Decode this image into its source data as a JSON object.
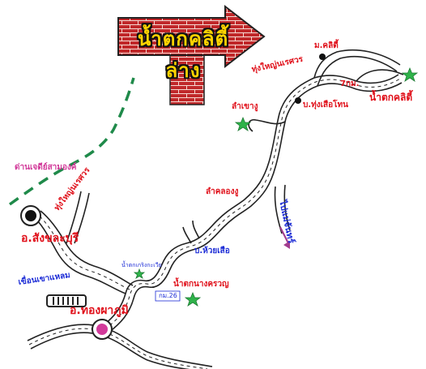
{
  "title_sign": {
    "text": "น้ำตกคลิตี้ล่าง"
  },
  "labels": {
    "upper_village": "ม.คลิตี้",
    "thung_yai_top": "ทุ่งใหญ่นเรศวร",
    "distance_7km": "7กม.",
    "waterfall_upper": "น้ำตกคลิตี้",
    "thung_suea_ton": "บ.ทุ่งเสือโทน",
    "lam_khao_ngu": "ลำเขางู",
    "lam_khlong_ngu": "ลำคลองงู",
    "to_mae_chan": "ไปแม่จันทร์",
    "checkpoint": "ด่านเจดีย์สามองค์",
    "thung_yai_left": "ทุ่งใหญ่นเรศวร",
    "sangkhla_buri": "อ.สังขละบุรี",
    "small_waterfall": "น้ำตกเกริงกะเวีย",
    "ban_huai_suea": "บ.ห้วยเสือ",
    "nang_khruan_falls": "น้ำตกนางครวญ",
    "km_26": "กม.26",
    "dam_label": "เขื่อนเขาแหลม",
    "thong_pha_phum": "อ.ทองผาภูมิ"
  },
  "colors": {
    "brick": "#c0282a",
    "mortar": "#f6d9d2",
    "label_red": "#e0101a",
    "label_blue": "#1b2bd6",
    "border_green": "#1f8a4a",
    "star_green": "#2fb34a",
    "arrow_purple": "#a23c8e",
    "district_pink": "#d23a9a"
  },
  "icons": [
    "brick-arrow-sign",
    "district-marker-icon",
    "village-dot-icon",
    "waterfall-star-icon",
    "direction-arrow-icon",
    "dam-icon"
  ]
}
